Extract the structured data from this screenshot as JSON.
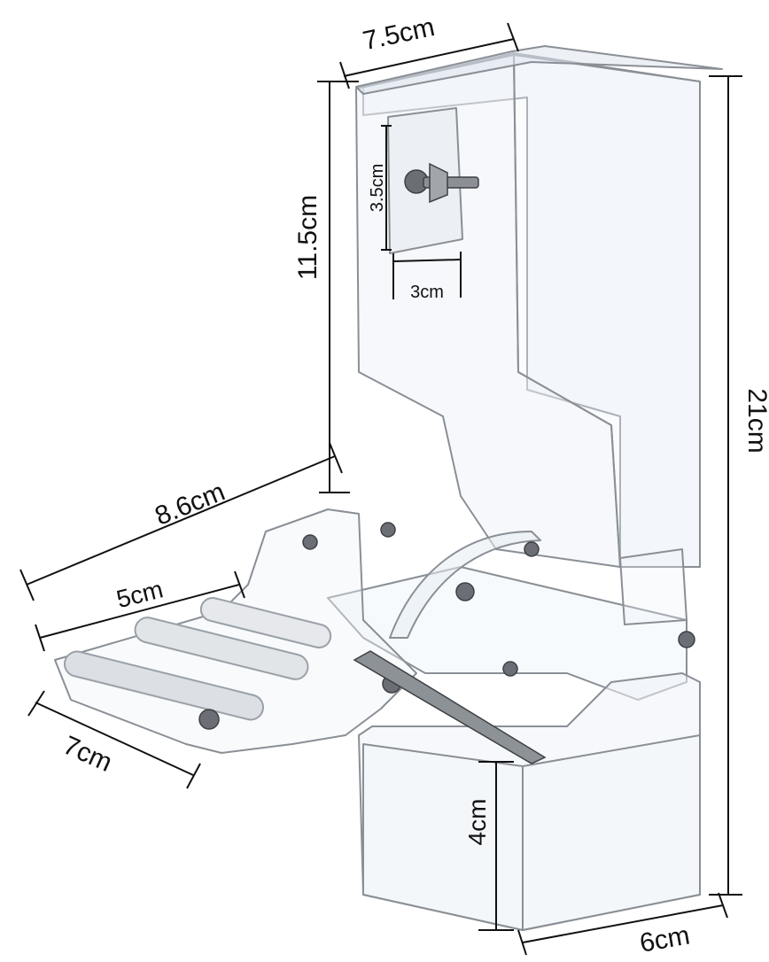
{
  "dimensions": {
    "top_width": "7.5cm",
    "upper_height": "11.5cm",
    "plate_height": "3.5cm",
    "plate_width": "3cm",
    "total_height": "21cm",
    "diagonal_length": "8.6cm",
    "perch_length": "5cm",
    "perch_depth": "7cm",
    "tray_height": "4cm",
    "base_width": "6cm"
  },
  "colors": {
    "acrylic_edge": "#8a8f96",
    "acrylic_fill": "#eef3f8",
    "metal": "#6b6f75",
    "dimension_line": "#111111",
    "background": "#ffffff"
  }
}
